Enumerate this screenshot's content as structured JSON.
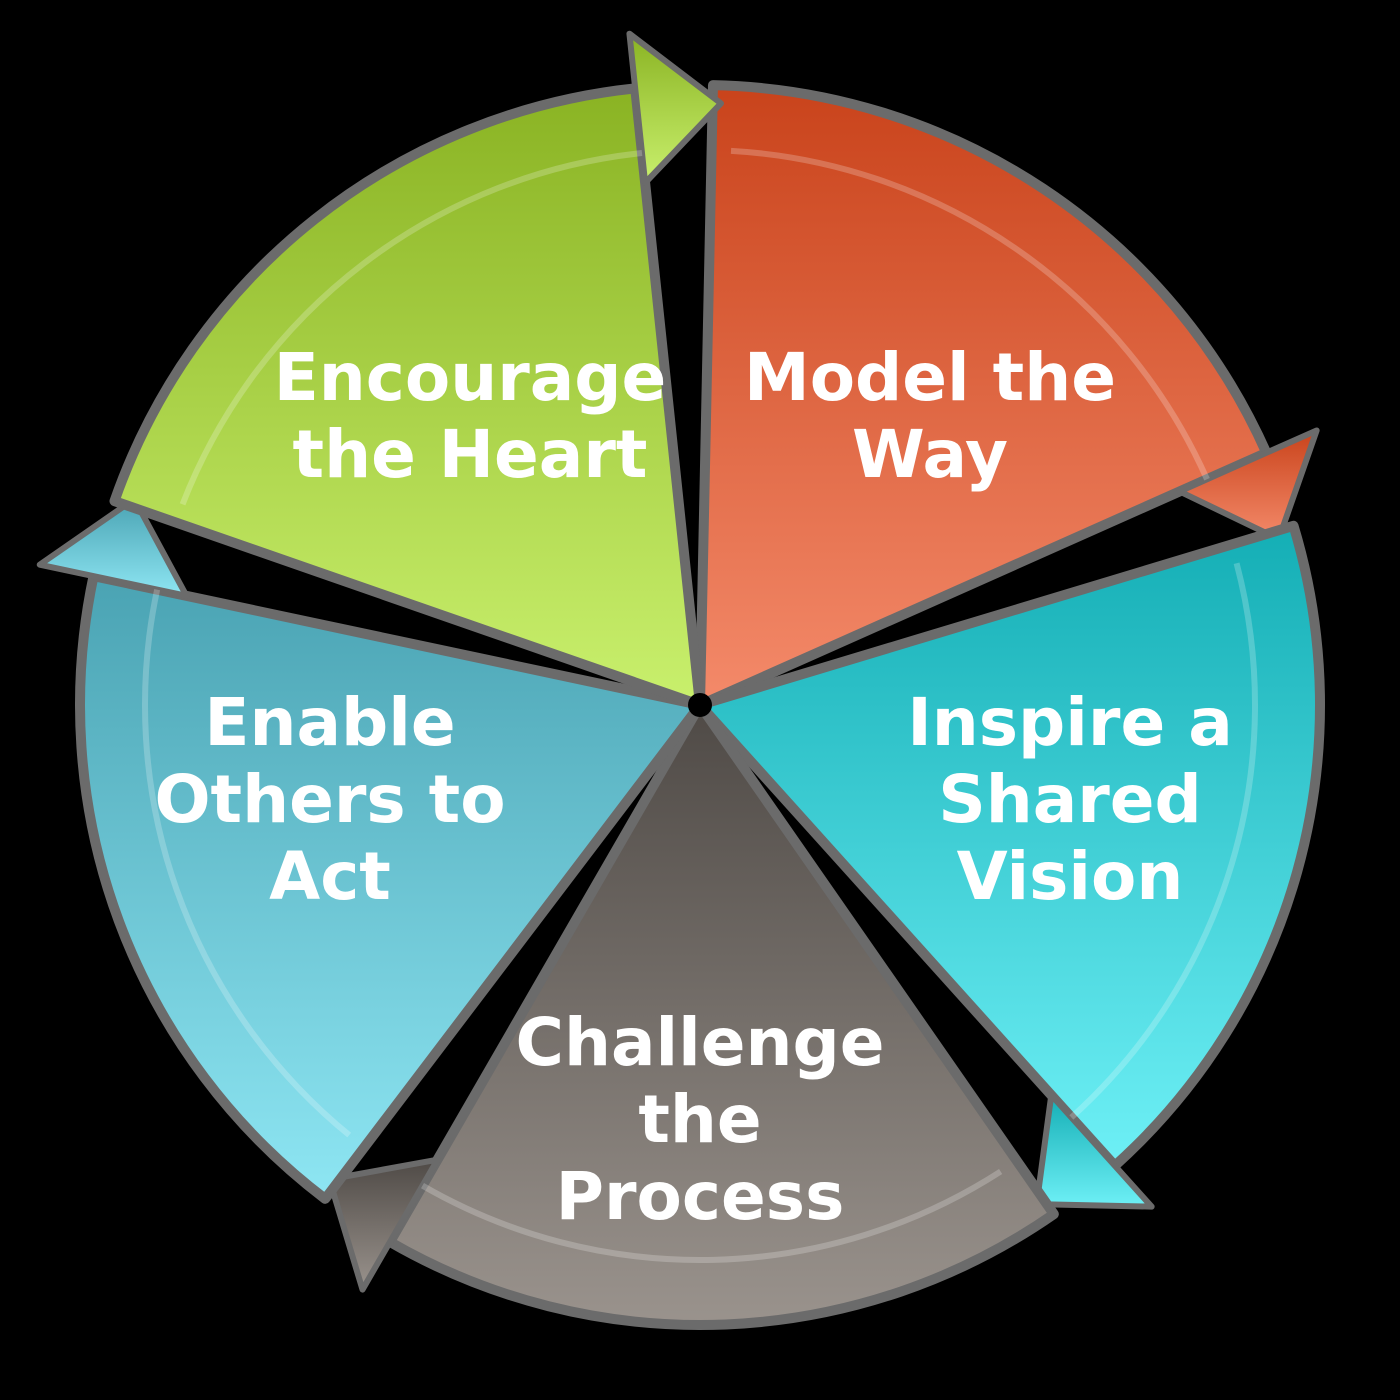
{
  "diagram": {
    "segments": [
      {
        "id": "model-the-way",
        "lines": [
          "Model the",
          "Way"
        ],
        "color_dark": "#c9431b",
        "color_light": "#f48a6a"
      },
      {
        "id": "inspire-shared-vision",
        "lines": [
          "Inspire a",
          "Shared",
          "Vision"
        ],
        "color_dark": "#14aeb5",
        "color_light": "#6ef0f6"
      },
      {
        "id": "challenge-the-process",
        "lines": [
          "Challenge",
          "the",
          "Process"
        ],
        "color_dark": "#4f4a46",
        "color_light": "#9a938d"
      },
      {
        "id": "enable-others-to-act",
        "lines": [
          "Enable",
          "Others to",
          "Act"
        ],
        "color_dark": "#4aa3b3",
        "color_light": "#8ee6f3"
      },
      {
        "id": "encourage-the-heart",
        "lines": [
          "Encourage",
          "the Heart"
        ],
        "color_dark": "#8ab323",
        "color_light": "#c9f06d"
      }
    ]
  }
}
